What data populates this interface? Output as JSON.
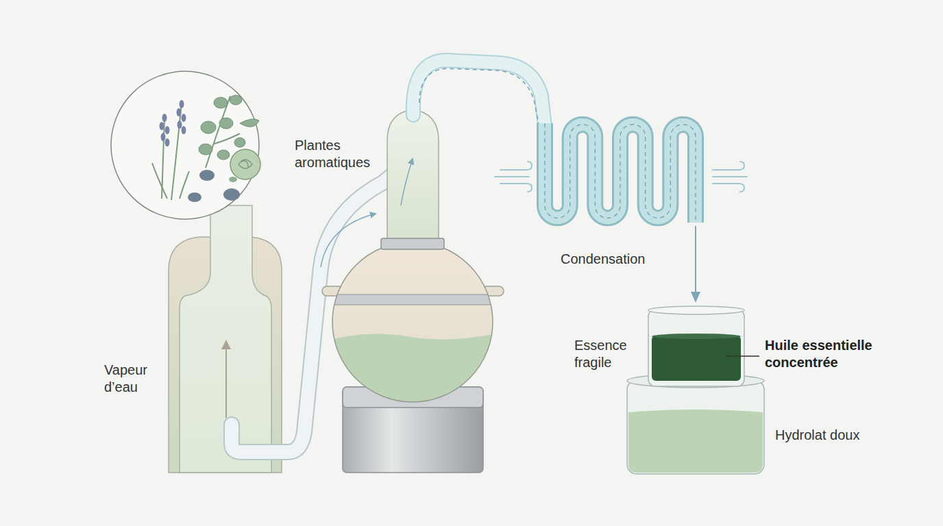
{
  "diagram": {
    "labels": [
      "Plantes aromatiques",
      "Vapeur d’eau",
      "Condensation",
      "Essence fragile",
      "Huile essentielle concentrée",
      "Hydrolat doux"
    ]
  }
}
